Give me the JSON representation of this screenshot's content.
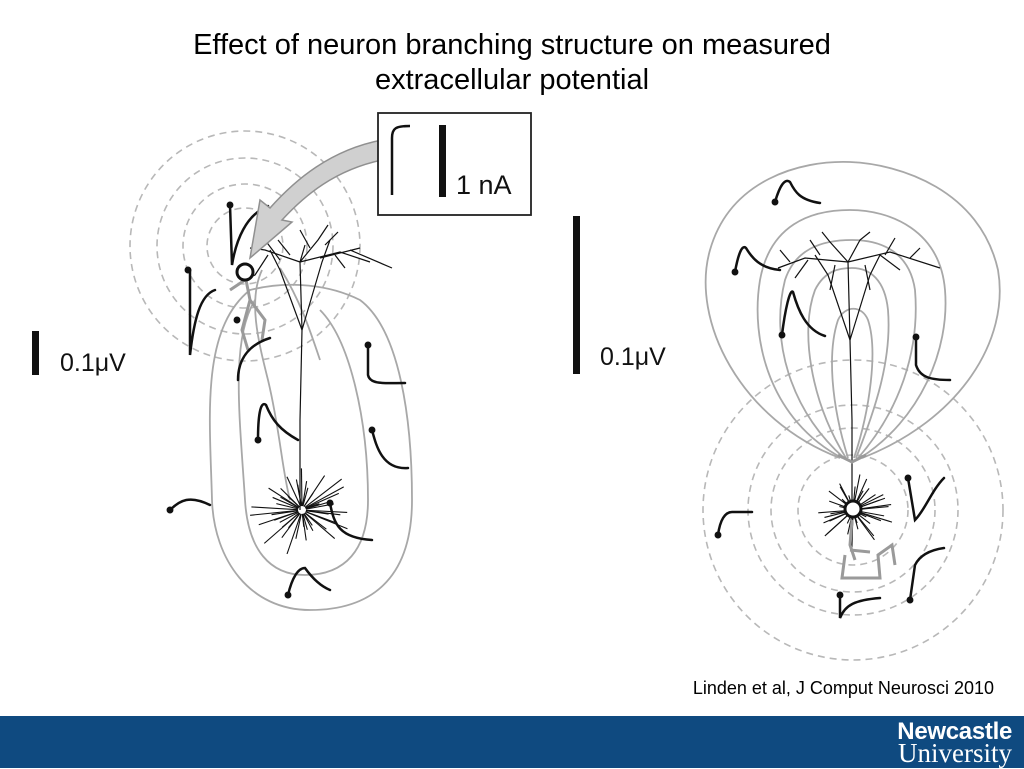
{
  "title": {
    "line1": "Effect of neuron branching structure on measured",
    "line2": "extracellular potential"
  },
  "inset": {
    "scale_label": "1 nA"
  },
  "left_panel": {
    "scale_label": "0.1μV"
  },
  "right_panel": {
    "scale_label": "0.1μV"
  },
  "citation": "Linden et al, J Comput Neurosci 2010",
  "footer": {
    "logo_line1": "Newcastle",
    "logo_line2": "University",
    "color": "#0f4a80"
  }
}
